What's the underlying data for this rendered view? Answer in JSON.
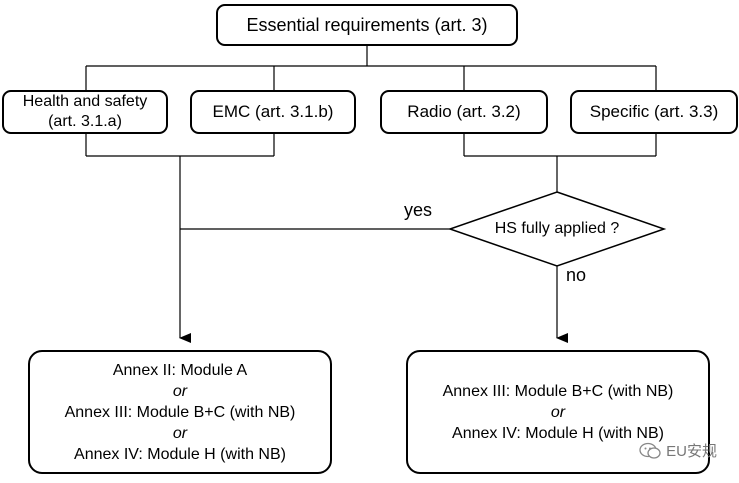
{
  "top": {
    "label": "Essential requirements (art. 3)"
  },
  "categories": [
    {
      "id": "health",
      "line1": "Health and safety",
      "line2": "(art. 3.1.a)"
    },
    {
      "id": "emc",
      "line1": "EMC (art. 3.1.b)"
    },
    {
      "id": "radio",
      "line1": "Radio (art. 3.2)"
    },
    {
      "id": "specific",
      "line1": "Specific (art. 3.3)"
    }
  ],
  "decision": {
    "label": "HS fully applied ?",
    "yes": "yes",
    "no": "no"
  },
  "left_result": {
    "lines": [
      "Annex II: Module A",
      "or",
      "Annex III: Module B+C (with NB)",
      "or",
      "Annex IV: Module H (with NB)"
    ]
  },
  "right_result": {
    "lines": [
      "Annex III: Module B+C (with NB)",
      "or",
      "Annex IV: Module H (with NB)"
    ]
  },
  "watermark": {
    "text": "EU安规",
    "icon": "wechat-icon",
    "color": "#777777"
  }
}
